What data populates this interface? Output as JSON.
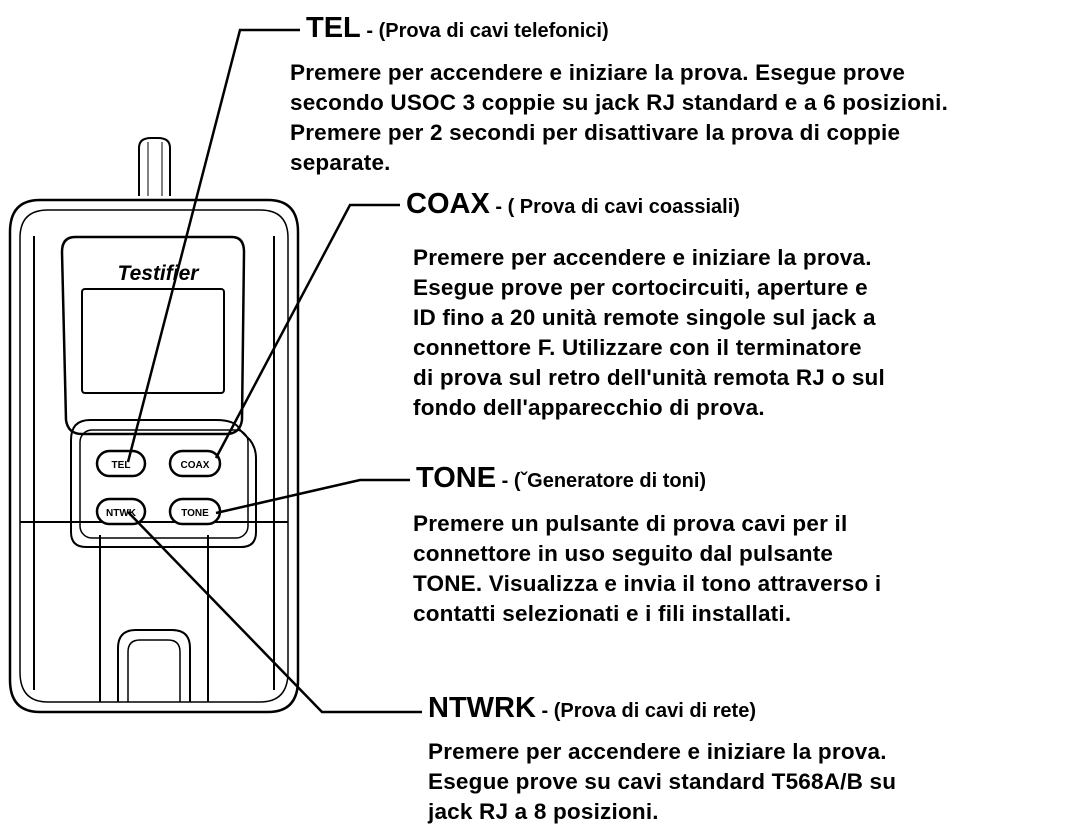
{
  "device": {
    "brand": "Testifier",
    "buttons": {
      "tel": "TEL",
      "coax": "COAX",
      "ntwk": "NTWK",
      "tone": "TONE"
    }
  },
  "callouts": {
    "tel": {
      "key": "TEL",
      "sep": " - ",
      "subtitle": "(Prova di cavi telefonici)",
      "description": "Premere per accendere e iniziare la prova. Esegue prove\nsecondo USOC 3 coppie su jack RJ standard e a 6 posizioni.\nPremere per 2 secondi per disattivare la prova di coppie\nseparate."
    },
    "coax": {
      "key": "COAX",
      "sep": " - ( ",
      "subtitle": "Prova di cavi coassiali)",
      "description": "Premere per accendere e iniziare la prova.\nEsegue prove per cortocircuiti, aperture e\nID fino a 20 unità remote singole sul jack a\nconnettore F. Utilizzare con il terminatore\ndi prova sul retro dell'unità remota RJ o sul\nfondo dell'apparecchio di prova."
    },
    "tone": {
      "key": "TONE",
      "sep": " - ",
      "subtitle": "(ˇGeneratore di toni)",
      "description": "Premere un pulsante di prova cavi per il\nconnettore in uso seguito dal pulsante\nTONE. Visualizza e invia il tono attraverso i\ncontatti selezionati e i fili installati."
    },
    "ntwrk": {
      "key": "NTWRK",
      "sep": " -  ",
      "subtitle": "(Prova di cavi di rete)",
      "description": "Premere per accendere e iniziare la prova.\nEsegue prove su cavi standard T568A/B su\njack RJ a 8 posizioni."
    }
  }
}
